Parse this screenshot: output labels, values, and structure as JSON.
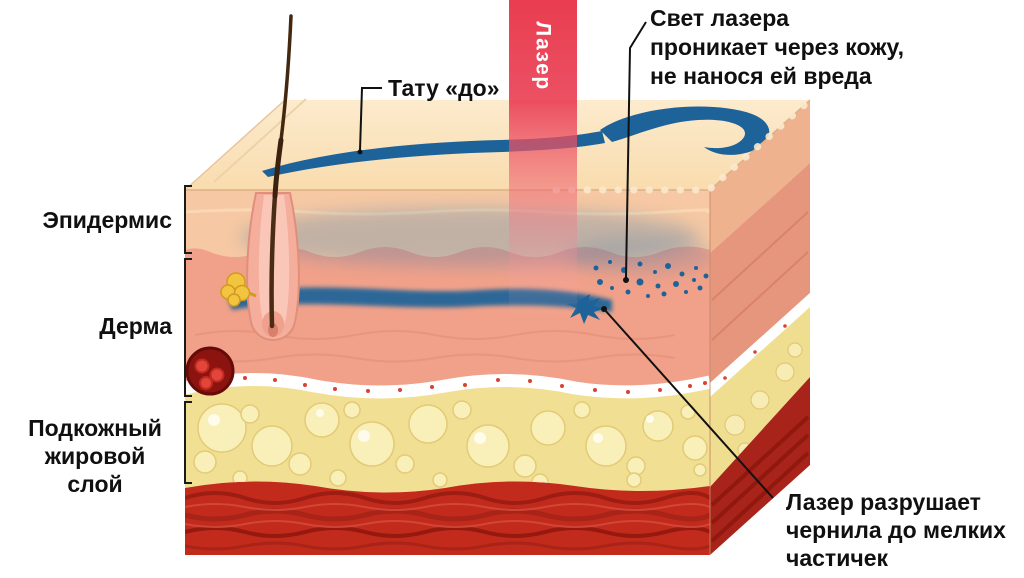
{
  "layer_labels": {
    "epidermis": "Эпидермис",
    "dermis": "Дерма",
    "subcutaneous_fat": [
      "Подкожный",
      "жировой слой"
    ]
  },
  "annotations": {
    "tattoo_before": "Тату «до»",
    "laser_beam": "Лазер",
    "laser_light": [
      "Свет лазера",
      "проникает через кожу,",
      "не нанося ей вреда"
    ],
    "laser_destroys": [
      "Лазер разрушает",
      "чернила до мелких",
      "частичек"
    ]
  },
  "colors": {
    "laser_red": "#E93D50",
    "ink_blue": "#1D6399",
    "epidermis_tone": "#F6C8A3",
    "dermis_tone": "#F1A189",
    "fat_tone": "#F1DF93",
    "muscle_tone": "#C22A1C",
    "background": "#FFFFFF",
    "text": "#101010"
  }
}
